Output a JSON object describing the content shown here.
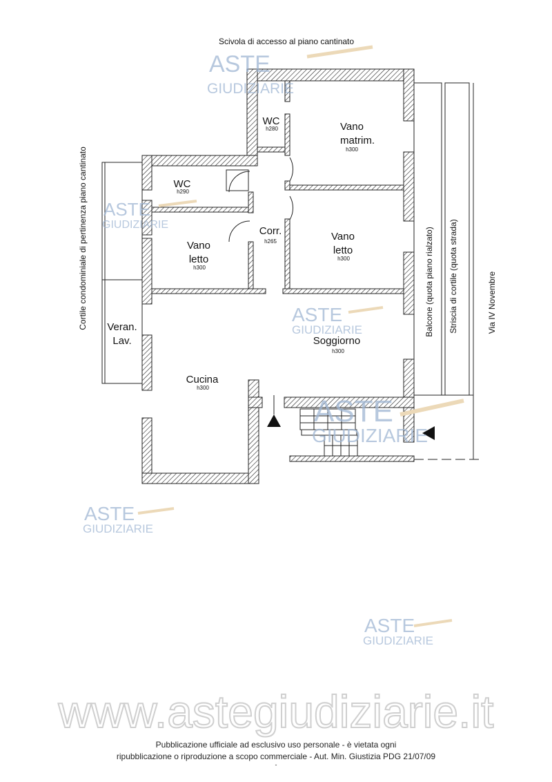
{
  "title": "Scivola di accesso al piano cantinato",
  "rooms": {
    "wc1": {
      "name": "WC",
      "height": "h280"
    },
    "matrim": {
      "name1": "Vano",
      "name2": "matrim.",
      "height": "h300"
    },
    "wc2": {
      "name": "WC",
      "height": "h290"
    },
    "corr": {
      "name": "Corr.",
      "height": "h265"
    },
    "letto1": {
      "name1": "Vano",
      "name2": "letto",
      "height": "h300"
    },
    "letto2": {
      "name1": "Vano",
      "name2": "letto",
      "height": "h300"
    },
    "soggiorno": {
      "name": "Soggiorno",
      "height": "h300"
    },
    "cucina": {
      "name": "Cucina",
      "height": "h300"
    },
    "veranda": {
      "name1": "Veran.",
      "name2": "Lav."
    }
  },
  "side_labels": {
    "left": "Cortile condominiale di pertinenza piano cantinato",
    "balcone": "Balcone (quota piano rialzato)",
    "striscia": "Striscia di cortile (quota strada)",
    "via": "Via IV Novembre"
  },
  "watermark": {
    "line1": "ASTE",
    "line2": "GIUDIZIARIE",
    "url": "www.astegiudiziarie.it"
  },
  "footer": {
    "line1": "Pubblicazione ufficiale ad esclusivo uso personale - è vietata ogni",
    "line2": "ripubblicazione o riproduzione a scopo commerciale - Aut. Min. Giustizia PDG 21/07/09",
    "line3": "-"
  }
}
